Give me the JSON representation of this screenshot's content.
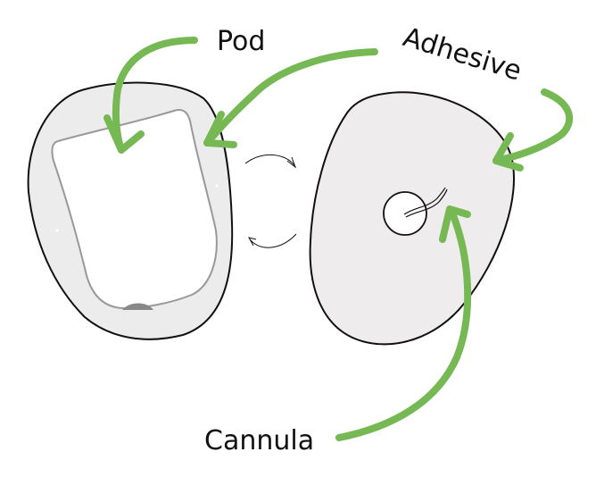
{
  "labels": {
    "pod": "Pod",
    "adhesive": "Adhesive",
    "cannula": "Cannula"
  },
  "colors": {
    "arrow": "#76b853",
    "pod_fill": "#ececec",
    "adhesive_fill": "#eeecec"
  }
}
